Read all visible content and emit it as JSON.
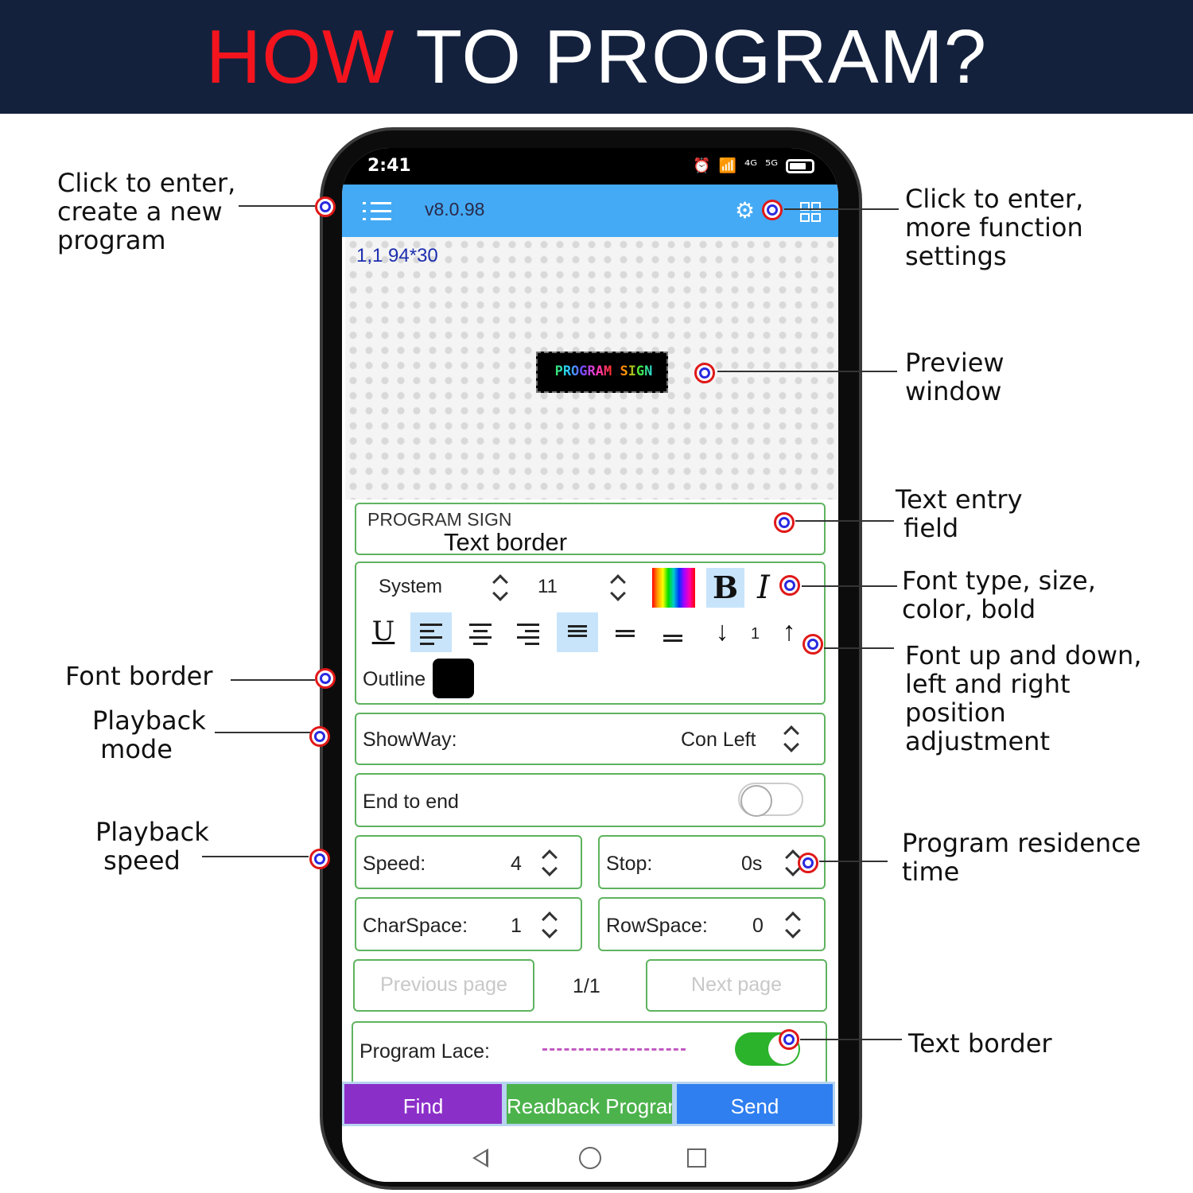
{
  "banner": {
    "title_highlight": "HOW",
    "title_rest": " TO PROGRAM?"
  },
  "status_bar": {
    "time": "2:41",
    "signal_4g": "⁴ᴳ",
    "signal_5g": "⁵ᴳ"
  },
  "app_bar": {
    "version": "v8.0.98"
  },
  "preview": {
    "coordinates": "1,1 94*30",
    "sign_text": "PROGRAM SIGN"
  },
  "text_entry": {
    "value": "PROGRAM SIGN",
    "overlay_label": "Text border"
  },
  "font_toolbar": {
    "font_name": "System",
    "font_size": "11",
    "bold_label": "B",
    "italic_label": "I",
    "underline_label": "U",
    "position_value": "1",
    "outline_label": "Outline",
    "outline_color": "#000000"
  },
  "show_way": {
    "label": "ShowWay:",
    "value": "Con Left"
  },
  "end_to_end": {
    "label": "End to end",
    "enabled": false
  },
  "speed": {
    "label": "Speed:",
    "value": "4"
  },
  "stop": {
    "label": "Stop:",
    "value": "0s"
  },
  "char_space": {
    "label": "CharSpace:",
    "value": "1"
  },
  "row_space": {
    "label": "RowSpace:",
    "value": "0"
  },
  "pagination": {
    "prev_label": "Previous page",
    "indicator": "1/1",
    "next_label": "Next page"
  },
  "program_lace": {
    "label": "Program Lace:",
    "enabled": true
  },
  "bottom_buttons": {
    "find": "Find",
    "readback": "Readback Program",
    "send": "Send",
    "colors": {
      "find": "#8b2fc9",
      "readback": "#4cb34c",
      "send": "#2f7ff0"
    }
  },
  "callouts": {
    "new_program": "Click to enter,\ncreate a new\nprogram",
    "settings": "Click to enter,\nmore function\nsettings",
    "preview_window": "Preview\nwindow",
    "text_entry_field": "Text entry\n field",
    "font_type": "Font type, size,\ncolor, bold",
    "font_position": "Font up and down,\nleft and right\nposition\nadjustment",
    "font_border": "Font border",
    "playback_mode": "Playback\n mode",
    "playback_speed": "Playback\n speed",
    "residence_time": "Program residence\ntime",
    "text_border": "Text border"
  },
  "colors": {
    "banner_bg": "#14213d",
    "banner_highlight": "#f4141e",
    "app_bar": "#44aaf5",
    "panel_border": "#5fb35f"
  }
}
